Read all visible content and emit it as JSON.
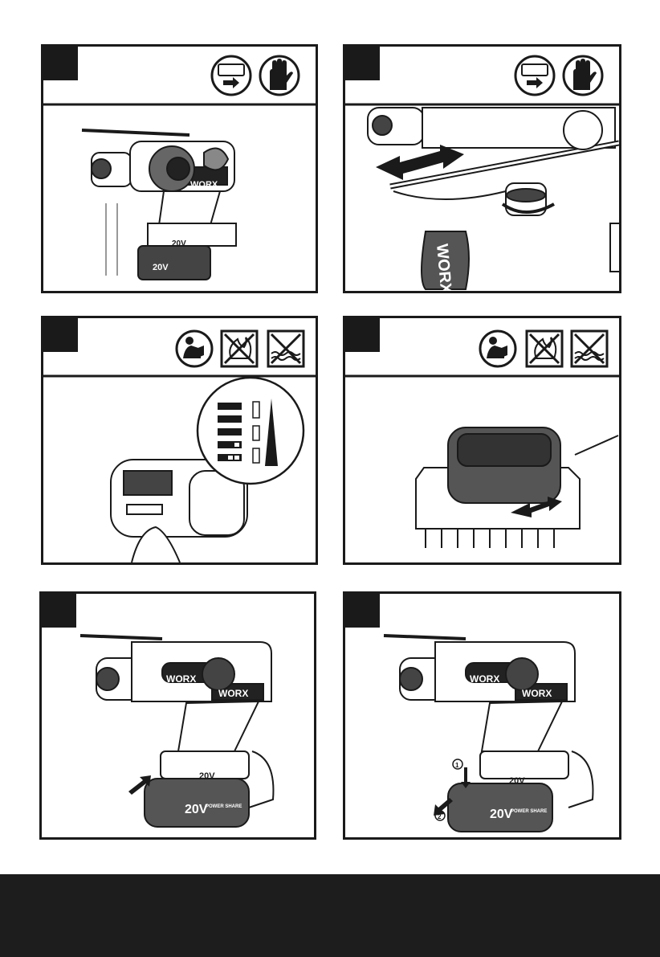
{
  "brand": "WORX",
  "battery_voltage": "20V",
  "battery_series": "POWER SHARE",
  "step_labels": {
    "one": "1",
    "two": "2"
  },
  "panels": [
    {
      "id": "install-side-handle-and-depth-gauge",
      "icons": [
        "battery-removed-icon",
        "gloves-icon"
      ]
    },
    {
      "id": "adjust-depth-gauge",
      "icons": [
        "battery-removed-icon",
        "gloves-icon"
      ]
    },
    {
      "id": "check-battery-level",
      "icons": [
        "read-manual-icon",
        "no-fire-icon",
        "no-water-icon"
      ]
    },
    {
      "id": "charge-battery",
      "icons": [
        "read-manual-icon",
        "no-fire-icon",
        "no-water-icon"
      ]
    },
    {
      "id": "insert-battery",
      "icons": []
    },
    {
      "id": "remove-battery",
      "icons": []
    }
  ],
  "colors": {
    "line": "#1a1a1a",
    "gray": "#7a7a7a",
    "dark": "#3a3a3a",
    "footer": "#1d1d1d"
  }
}
